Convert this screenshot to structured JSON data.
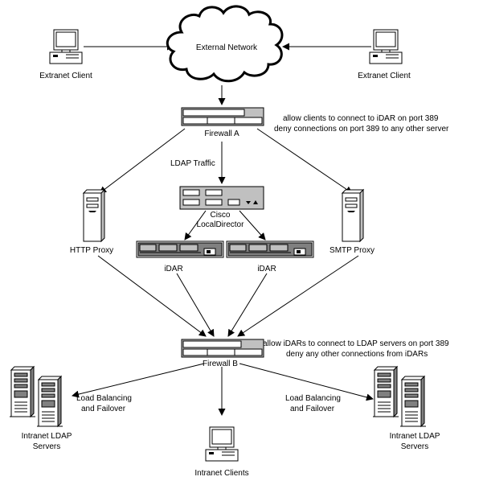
{
  "labels": {
    "external_network": "External Network",
    "extranet_client_left": "Extranet Client",
    "extranet_client_right": "Extranet Client",
    "firewall_a": "Firewall A",
    "firewall_a_rule_1": "allow clients to connect to iDAR on port 389",
    "firewall_a_rule_2": "deny connections on port 389 to any other server",
    "ldap_traffic": "LDAP Traffic",
    "cisco_line_1": "Cisco",
    "cisco_line_2": "LocalDirector",
    "http_proxy": "HTTP Proxy",
    "smtp_proxy": "SMTP Proxy",
    "idar_left": "iDAR",
    "idar_right": "iDAR",
    "firewall_b": "Firewall B",
    "firewall_b_rule_1": "allow iDARs to connect to LDAP servers on port 389",
    "firewall_b_rule_2": "deny any other connections from iDARs",
    "lb_left_1": "Load Balancing",
    "lb_left_2": "and Failover",
    "lb_right_1": "Load Balancing",
    "lb_right_2": "and Failover",
    "ldap_servers_left_1": "Intranet LDAP",
    "ldap_servers_left_2": "Servers",
    "ldap_servers_right_1": "Intranet LDAP",
    "ldap_servers_right_2": "Servers",
    "intranet_clients": "Intranet Clients"
  }
}
